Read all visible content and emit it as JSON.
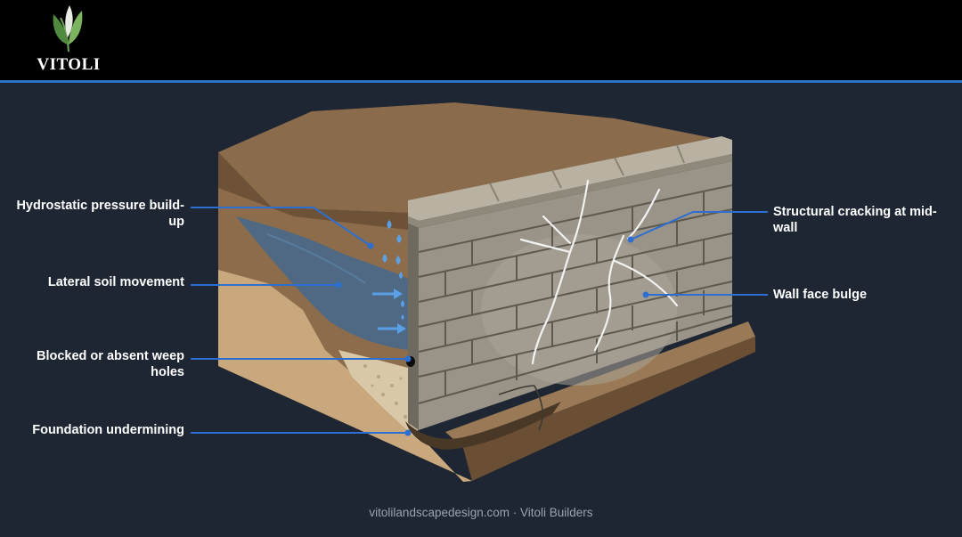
{
  "brand": {
    "name": "VITOLI"
  },
  "callouts": {
    "hydrostatic": "Hydrostatic pressure build-up",
    "lateral": "Lateral soil movement",
    "weep": "Blocked or absent weep holes",
    "foundation": "Foundation undermining",
    "cracking": "Structural cracking at mid-wall",
    "bulge": "Wall face bulge"
  },
  "footer": {
    "text": "vitolilandscapedesign.com · Vitoli Builders"
  },
  "colors": {
    "accent": "#2e72c9",
    "callout_line": "#2d6fd0",
    "background": "#1e2633"
  }
}
